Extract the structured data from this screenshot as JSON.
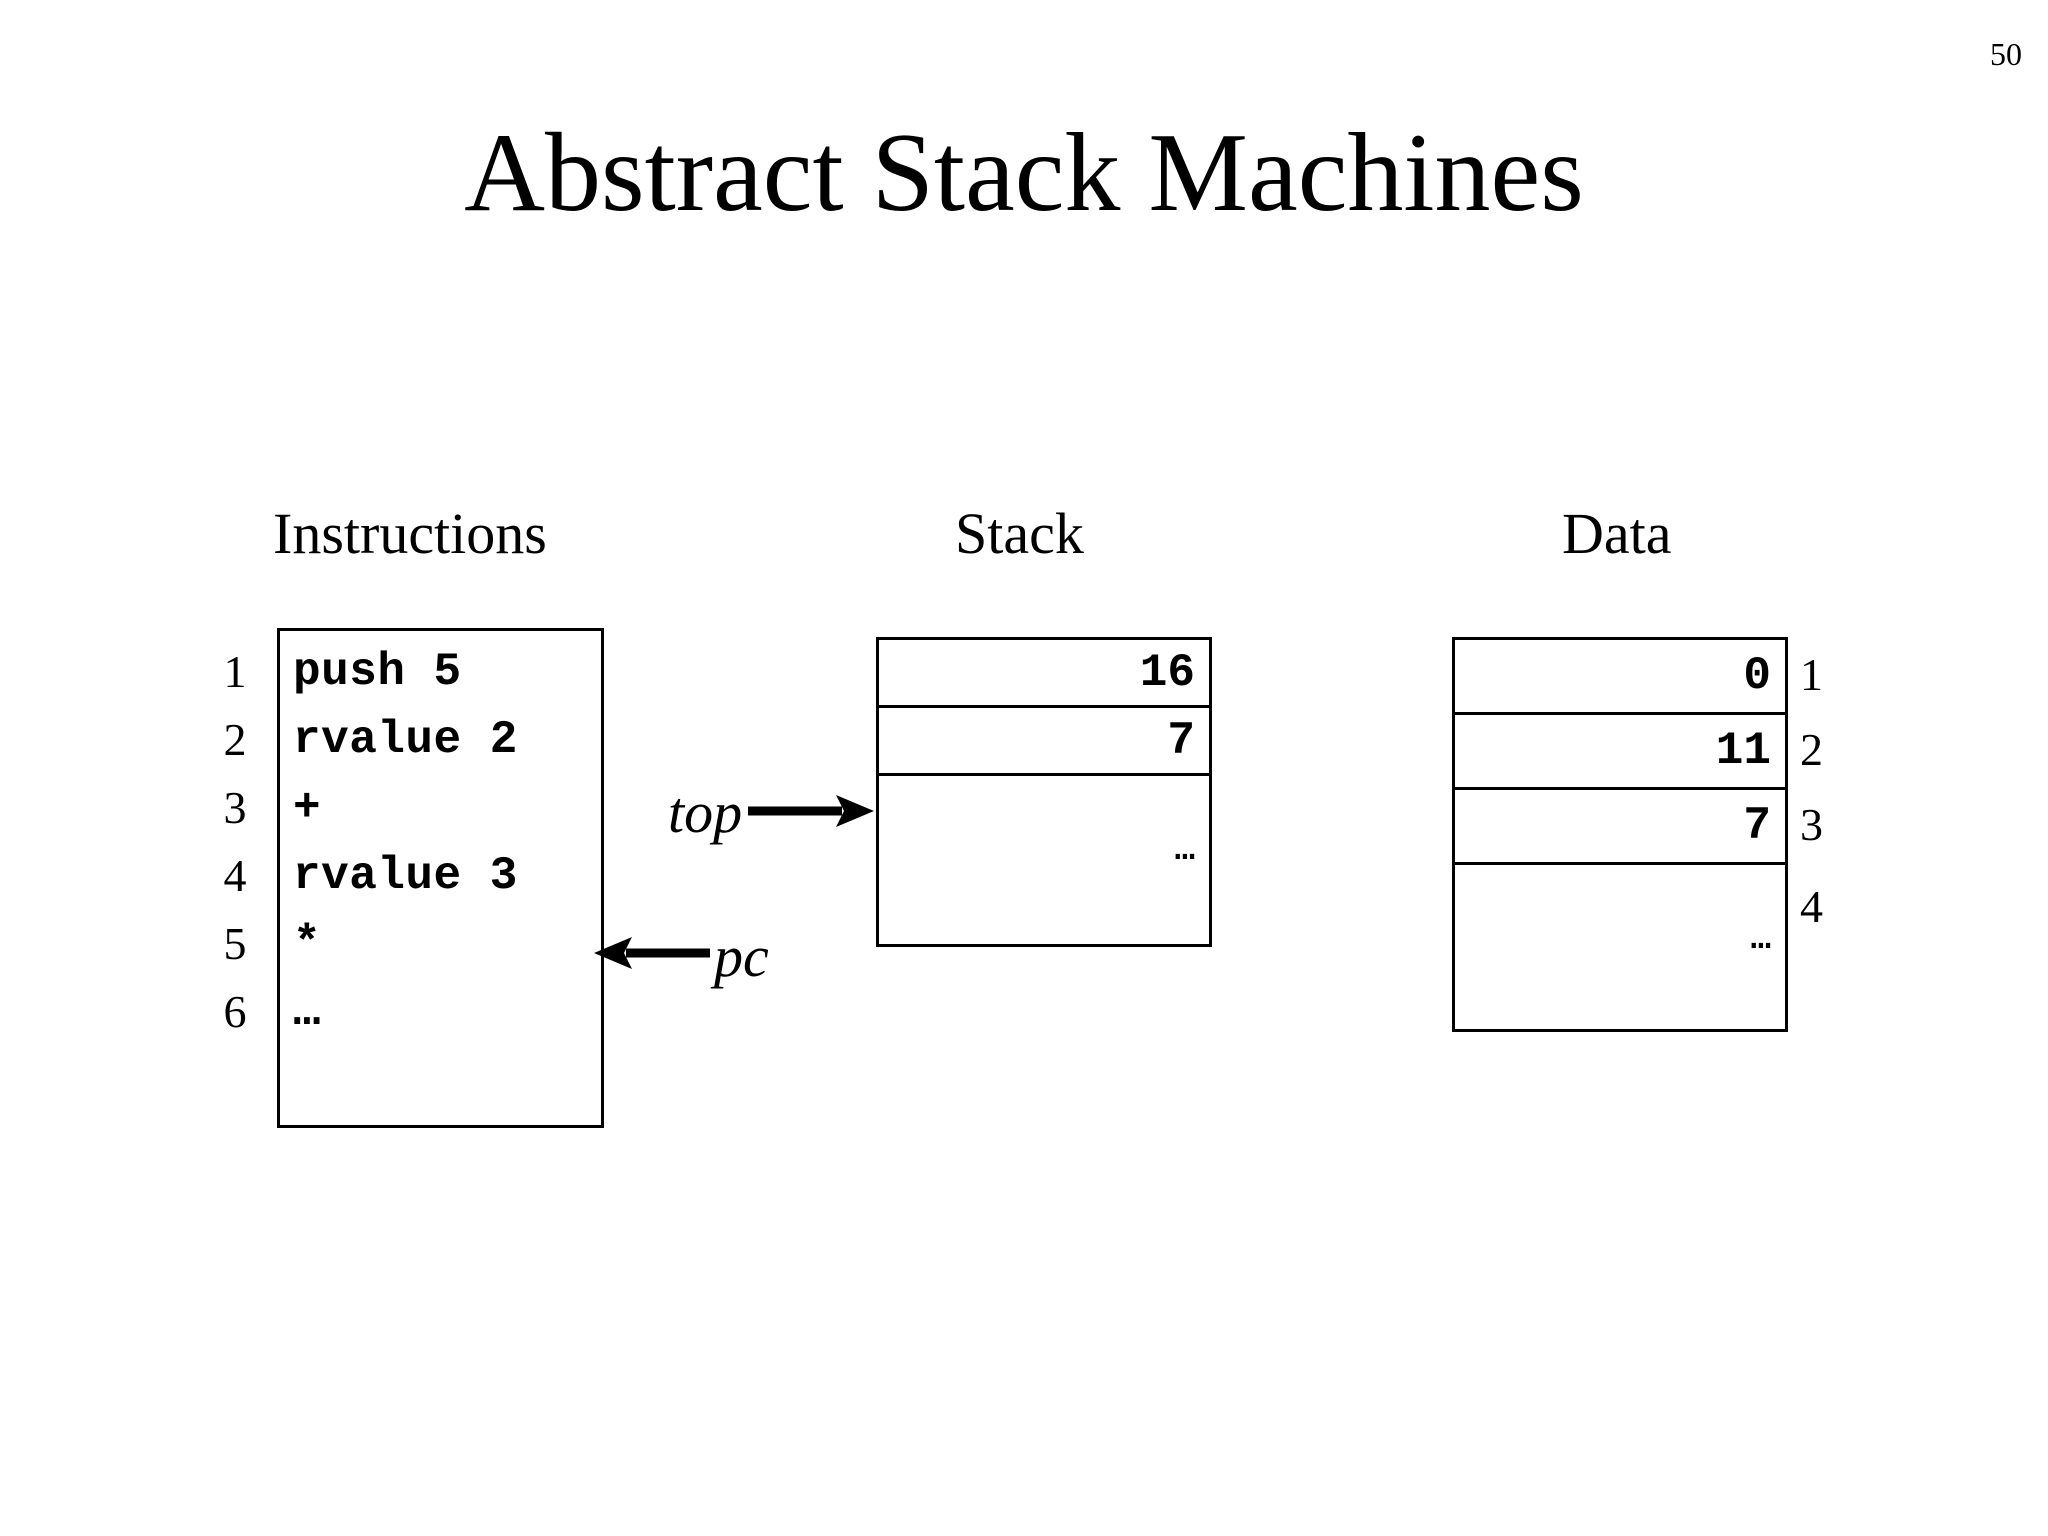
{
  "page_number": "50",
  "title": "Abstract Stack Machines",
  "headings": {
    "instructions": "Instructions",
    "stack": "Stack",
    "data": "Data"
  },
  "instructions": {
    "line_numbers": [
      "1",
      "2",
      "3",
      "4",
      "5",
      "6"
    ],
    "ops": [
      "push 5",
      "rvalue 2",
      "+",
      "rvalue 3",
      "*",
      "…"
    ]
  },
  "pointers": {
    "pc_label": "pc",
    "top_label": "top"
  },
  "stack": {
    "cells": [
      "16",
      "7",
      "…"
    ]
  },
  "data_memory": {
    "cells": [
      "0",
      "11",
      "7",
      "…"
    ],
    "indices": [
      "1",
      "2",
      "3",
      "4"
    ]
  },
  "colors": {
    "ink": "#000000",
    "background": "#ffffff"
  }
}
